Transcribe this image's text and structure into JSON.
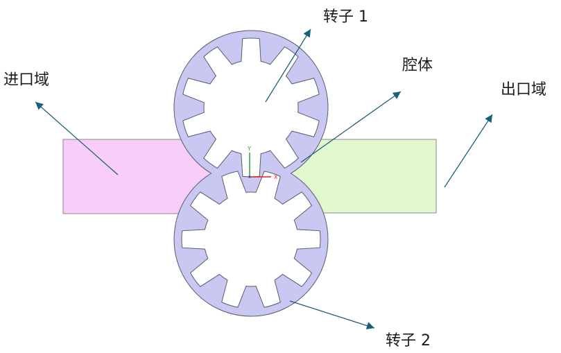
{
  "labels": {
    "rotor1": "转子 1",
    "cavity": "腔体",
    "inlet": "进口域",
    "outlet": "出口域",
    "rotor2": "转子 2"
  },
  "axes": {
    "y": "Y",
    "x": "X"
  },
  "colors": {
    "inlet": "#f9cdf9",
    "outlet": "#e1f8cf",
    "cavity": "#c8c8f2",
    "rotor": "#ffffff",
    "arrow": "#1b5e78",
    "y_axis": "#2aa02a",
    "x_axis": "#e02020",
    "origin": "#3050d0"
  }
}
